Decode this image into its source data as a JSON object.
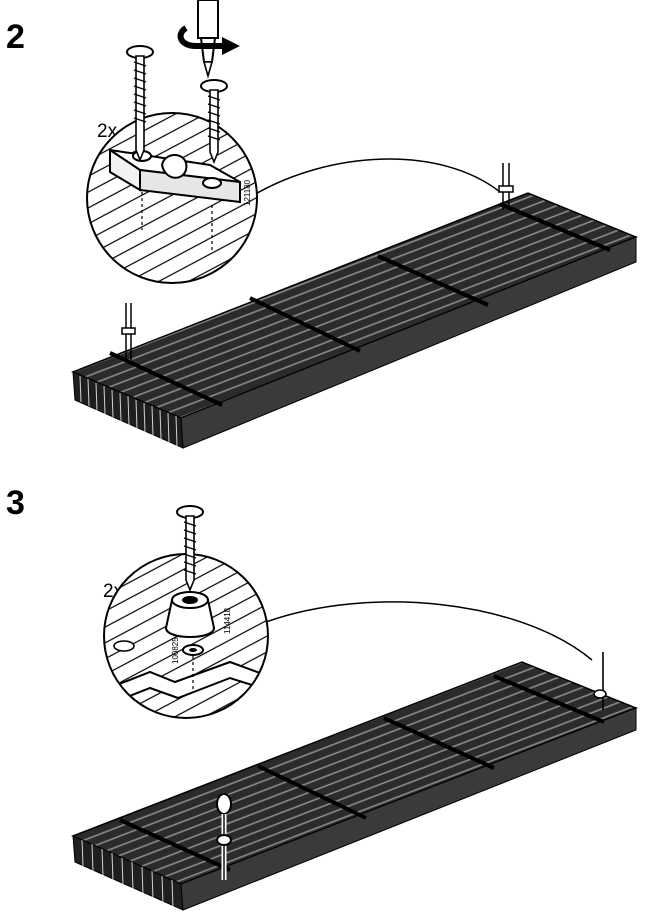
{
  "steps": [
    {
      "number": "2",
      "quantity": "2x",
      "part_numbers": [
        "121180"
      ]
    },
    {
      "number": "3",
      "quantity": "2x",
      "part_numbers": [
        "114418",
        "100825"
      ]
    }
  ]
}
